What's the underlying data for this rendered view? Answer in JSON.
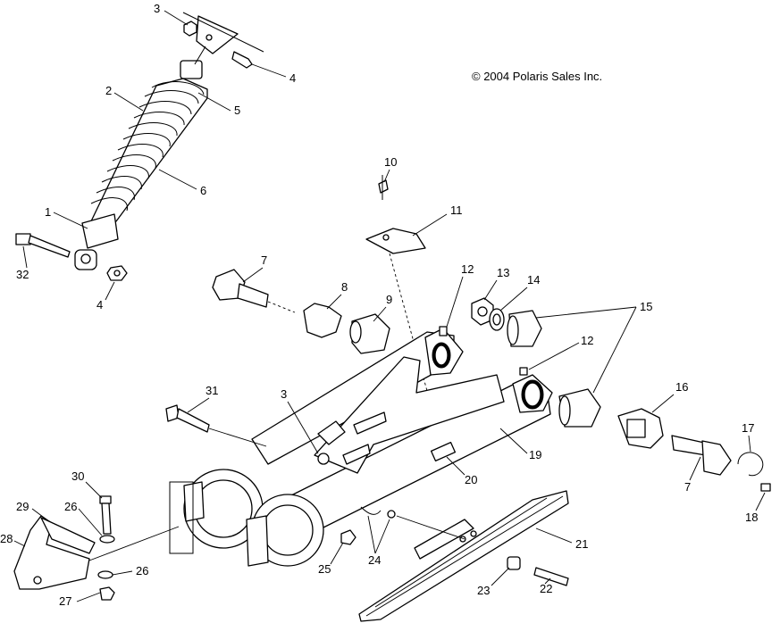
{
  "copyright": "© 2004 Polaris Sales Inc.",
  "callouts": [
    "1",
    "2",
    "3",
    "4",
    "5",
    "6",
    "7",
    "8",
    "9",
    "10",
    "11",
    "12",
    "13",
    "14",
    "15",
    "16",
    "17",
    "18",
    "19",
    "20",
    "21",
    "22",
    "23",
    "24",
    "25",
    "26",
    "27",
    "28",
    "29",
    "30",
    "31",
    "32"
  ]
}
